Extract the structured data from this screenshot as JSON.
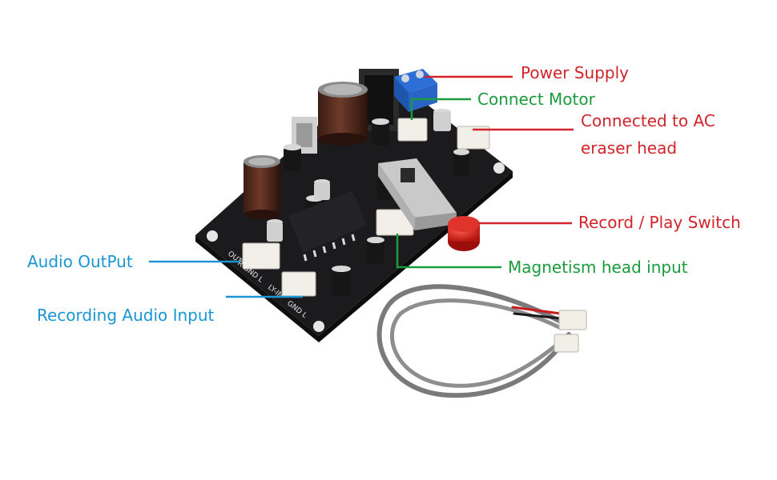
{
  "callouts": {
    "power_supply": "Power Supply",
    "connect_motor": "Connect Motor",
    "ac_eraser_line1": "Connected to AC",
    "ac_eraser_line2": "eraser head",
    "record_play": "Record / Play Switch",
    "magnetism_head": "Magnetism head input",
    "audio_output": "Audio OutPut",
    "recording_input": "Recording Audio Input"
  },
  "board_silkscreen": {
    "out_label": "OUT",
    "out_pins": "R GND L",
    "in_label": "LY-IN",
    "in_pins": "GND L"
  },
  "colors": {
    "red": "#d2232a",
    "green": "#1a9b3d",
    "blue": "#1a96d4",
    "board": "#1b1b1d"
  }
}
